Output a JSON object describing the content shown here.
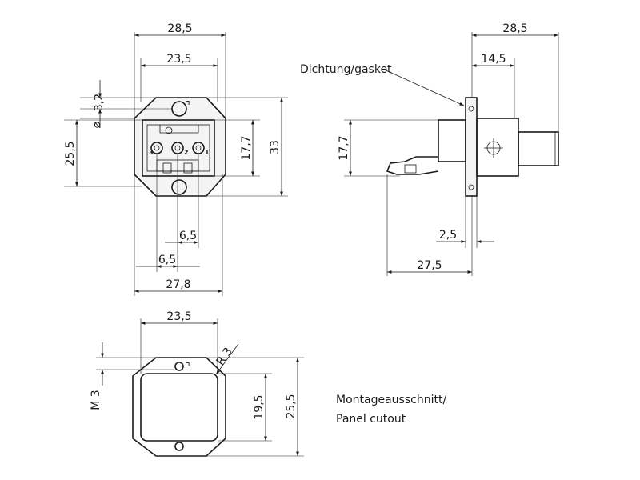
{
  "front_view": {
    "dim_width_outer": "28,5",
    "dim_hole_spacing": "23,5",
    "dim_hole_dia": "3,2",
    "dim_height_left": "25,5",
    "dim_insert_height": "17,7",
    "dim_total_height": "33",
    "dim_pin_pitch_1": "6,5",
    "dim_pin_pitch_2": "6,5",
    "dim_base_width": "27,8",
    "pin_labels": [
      "3",
      "2",
      "1"
    ]
  },
  "side_view": {
    "dim_total_depth": "28,5",
    "dim_front_depth": "14,5",
    "dim_height": "17,7",
    "dim_flange": "2,5",
    "dim_rear_depth": "27,5",
    "gasket_label": "Dichtung/gasket"
  },
  "cutout_view": {
    "dim_hole_spacing": "23,5",
    "dim_radius": "R 3",
    "dim_thread": "M 3",
    "dim_opening_height": "19,5",
    "dim_total_height": "25,5",
    "label_line1": "Montageausschnitt/",
    "label_line2": "Panel cutout"
  }
}
